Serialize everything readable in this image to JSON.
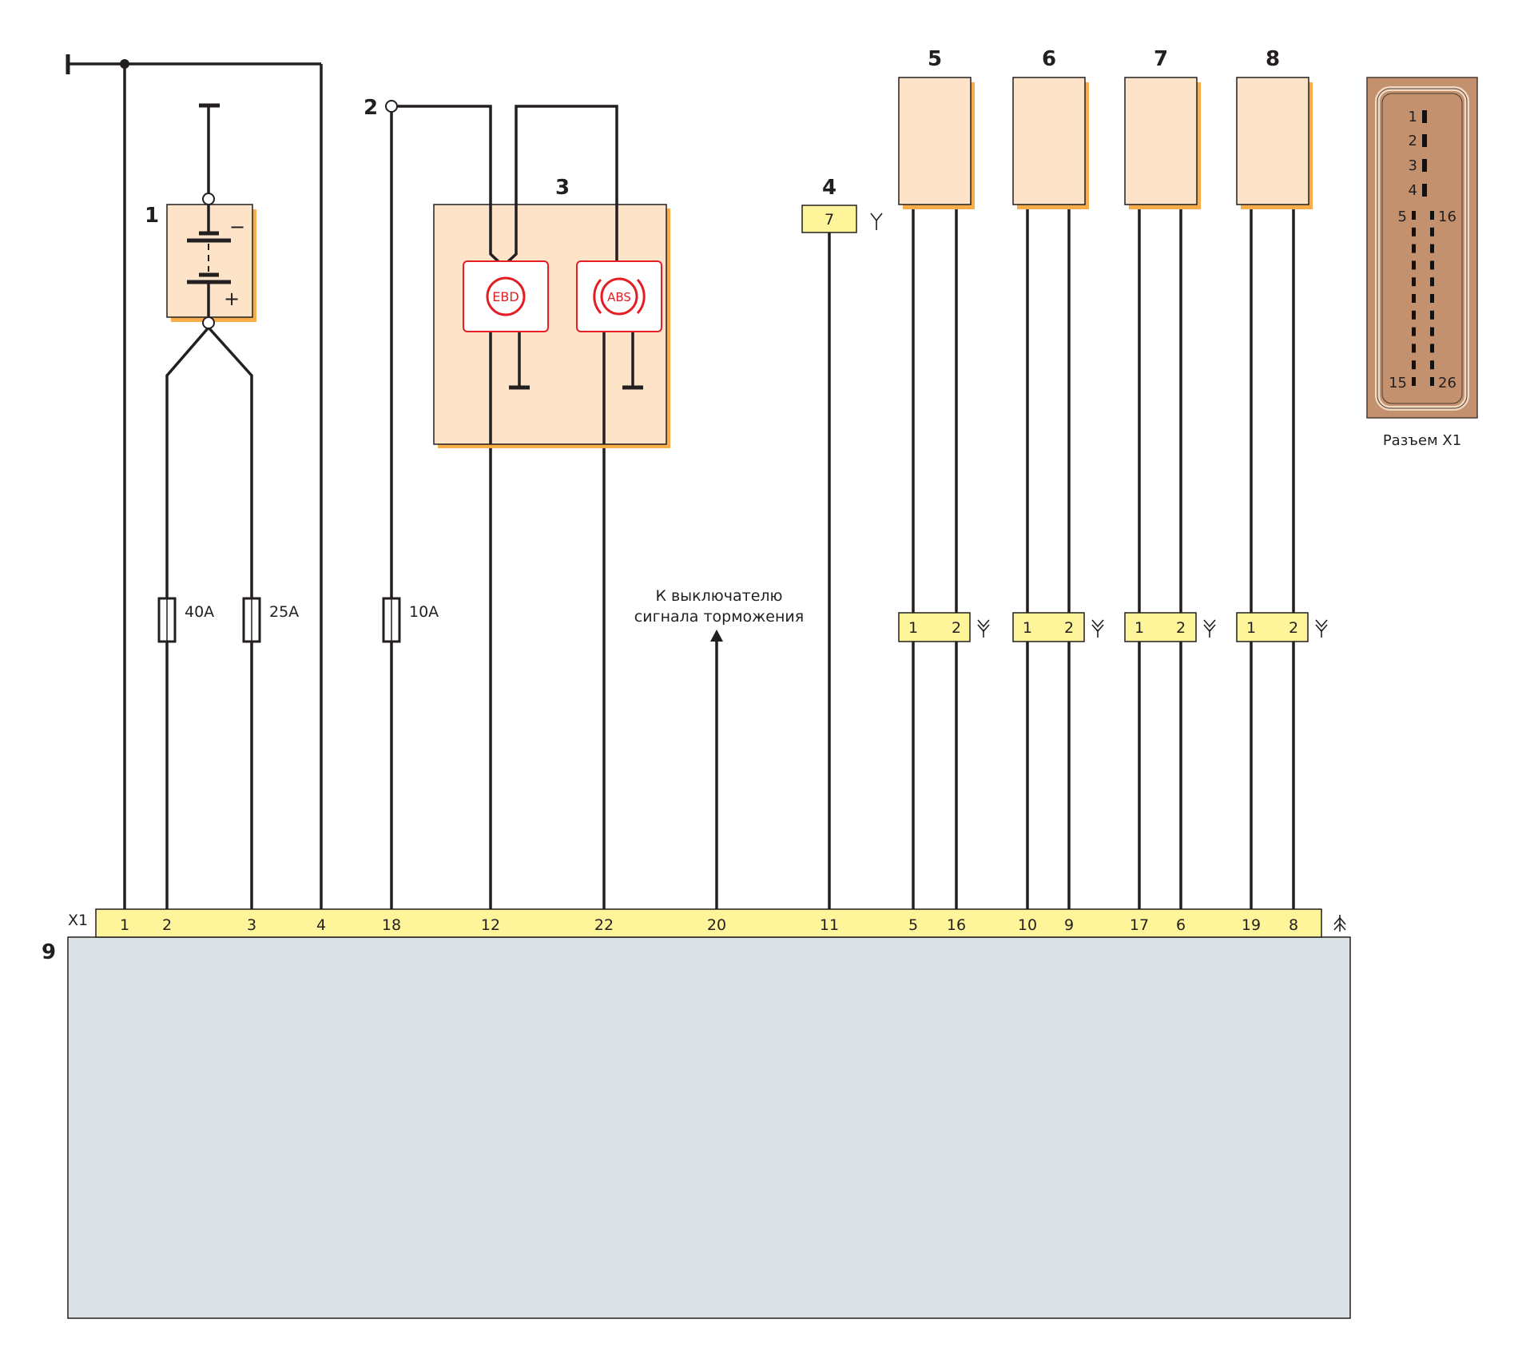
{
  "colors": {
    "wire": "#231f20",
    "component_fill": "#fde4c9",
    "component_shadow": "#f9ad4a",
    "connector_fill": "#fef59a",
    "ecu_fill": "#dae2e5",
    "lamp_red": "#e31e24",
    "x1_body": "#c4916f",
    "x1_rim": "#f2d9bf"
  },
  "components": [
    {
      "id": "1",
      "label": "1",
      "name": "battery",
      "polarity_minus": "−",
      "polarity_plus": "+"
    },
    {
      "id": "2",
      "label": "2",
      "name": "ignition-terminal"
    },
    {
      "id": "3",
      "label": "3",
      "name": "instrument-cluster",
      "lamps": [
        {
          "text": "EBD"
        },
        {
          "text": "ABS"
        }
      ]
    },
    {
      "id": "4",
      "label": "4",
      "name": "diagnostic-connector",
      "pin": "7"
    },
    {
      "id": "5",
      "label": "5",
      "name": "wheel-sensor-5",
      "pins": [
        "1",
        "2"
      ]
    },
    {
      "id": "6",
      "label": "6",
      "name": "wheel-sensor-6",
      "pins": [
        "1",
        "2"
      ]
    },
    {
      "id": "7",
      "label": "7",
      "name": "wheel-sensor-7",
      "pins": [
        "1",
        "2"
      ]
    },
    {
      "id": "8",
      "label": "8",
      "name": "wheel-sensor-8",
      "pins": [
        "1",
        "2"
      ]
    },
    {
      "id": "9",
      "label": "9",
      "name": "abs-control-unit"
    }
  ],
  "fuses": [
    {
      "label": "40A"
    },
    {
      "label": "25A"
    },
    {
      "label": "10A"
    }
  ],
  "brake_switch_note": [
    "К выключателю",
    "сигнала торможения"
  ],
  "x1": {
    "label": "X1",
    "pins": [
      "1",
      "2",
      "3",
      "4",
      "18",
      "12",
      "22",
      "20",
      "11",
      "5",
      "16",
      "10",
      "9",
      "17",
      "6",
      "19",
      "8"
    ]
  },
  "x1_view": {
    "caption": "Разъем X1",
    "top_pins": [
      "1",
      "2",
      "3",
      "4"
    ],
    "left_col_first": "5",
    "left_col_last": "15",
    "right_col_first": "16",
    "right_col_last": "26"
  }
}
